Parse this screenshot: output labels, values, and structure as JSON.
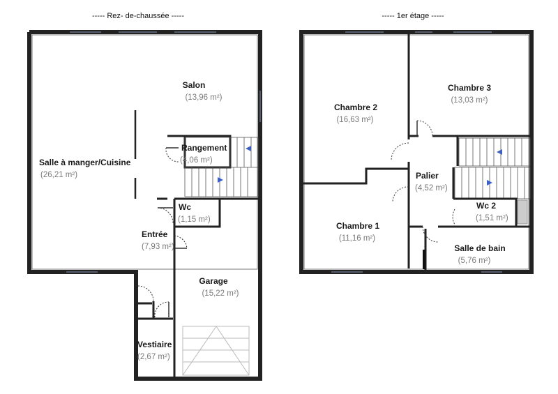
{
  "floors": {
    "ground": {
      "title": "----- Rez- de-chaussée -----"
    },
    "first": {
      "title": "----- 1er étage -----"
    }
  },
  "rooms": {
    "salon": {
      "name": "Salon",
      "area": "(13,96 m²)"
    },
    "salle_a_manger": {
      "name": "Salle à manger/Cuisine",
      "area": "(26,21 m²)"
    },
    "rangement": {
      "name": "Rangement",
      "area": "(4,06 m²)"
    },
    "wc": {
      "name": "Wc",
      "area": "(1,15 m²)"
    },
    "entree": {
      "name": "Entrée",
      "area": "(7,93 m²)"
    },
    "garage": {
      "name": "Garage",
      "area": "(15,22 m²)"
    },
    "vestiaire": {
      "name": "Vestiaire",
      "area": "(2,67 m²)"
    },
    "chambre2": {
      "name": "Chambre 2",
      "area": "(16,63 m²)"
    },
    "chambre3": {
      "name": "Chambre 3",
      "area": "(13,03 m²)"
    },
    "palier": {
      "name": "Palier",
      "area": "(4,52 m²)"
    },
    "chambre1": {
      "name": "Chambre 1",
      "area": "(11,16 m²)"
    },
    "wc2": {
      "name": "Wc 2",
      "area": "(1,51 m²)"
    },
    "salle_de_bain": {
      "name": "Salle de bain",
      "area": "(5,76 m²)"
    }
  },
  "colors": {
    "wall": "#222222",
    "window": "#8a9ab8",
    "stair_arrow": "#3b5fc4",
    "area_text": "#7a7a7a"
  }
}
